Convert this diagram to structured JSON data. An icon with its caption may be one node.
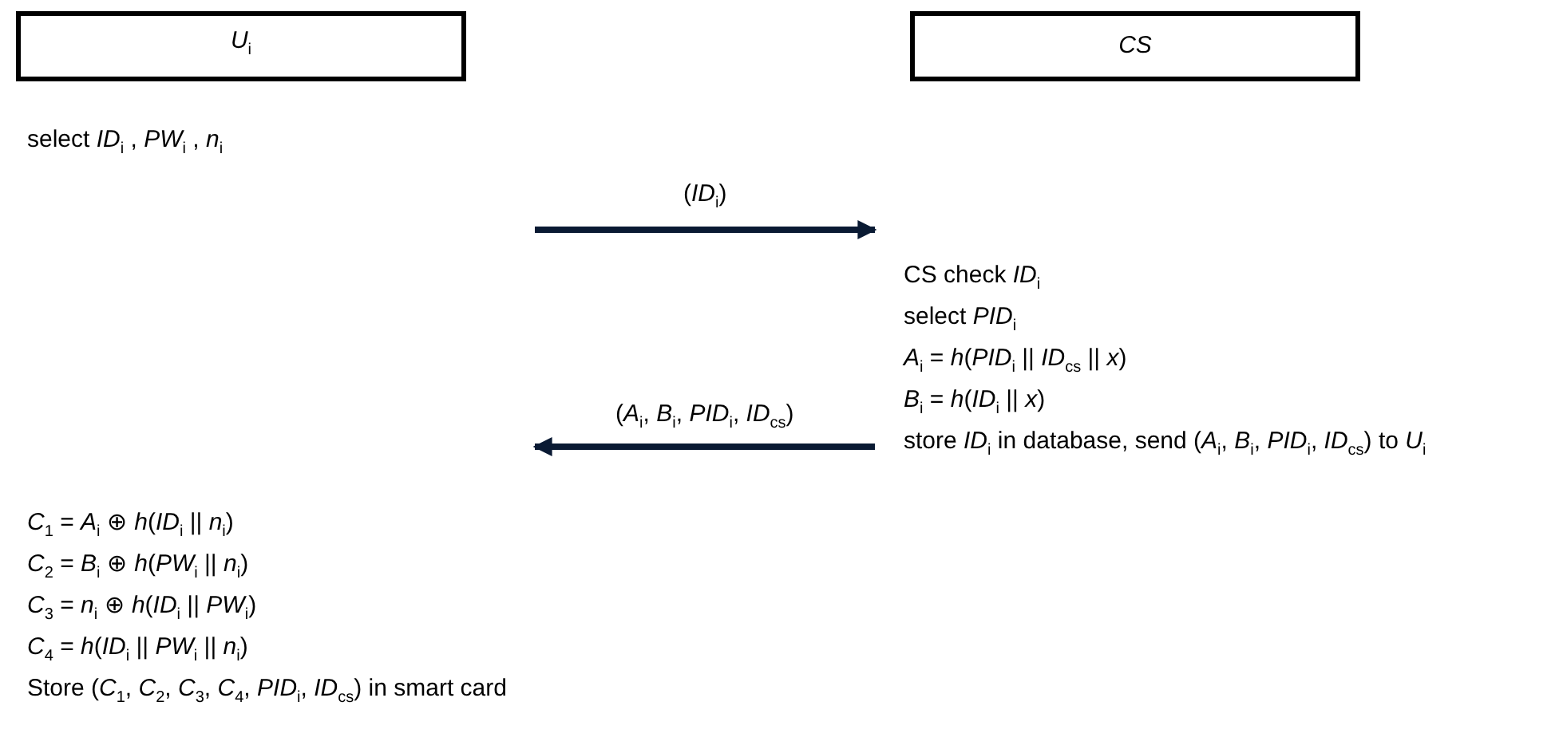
{
  "diagram": {
    "nodes": [
      {
        "text": [
          "*U*$_{i}$"
        ]
      },
      {
        "text": [
          "*CS*"
        ]
      },
      {
        "text": [
          "select *ID*$_{i}$ , *PW*$_{i}$ , *n*$_{i}$"
        ]
      },
      {
        "text": [
          "CS check *ID*$_{i}$",
          "select *PID*$_{i}$",
          "*A*$_{i}$ = *h*(*PID*$_{i}$ || *ID*$_{cs}$ || *x*)",
          "*B*$_{i}$ = *h*(*ID*$_{i}$ || *x*)",
          "store *ID*$_{i}$ in database, send (*A*$_{i}$, *B*$_{i}$, *PID*$_{i}$, *ID*$_{cs}$) to *U*$_{i}$"
        ]
      },
      {
        "text": [
          "*C*$_{1}$ = *A*$_{i}$ ⊕ *h*(*ID*$_{i}$ || *n*$_{i}$)",
          "*C*$_{2}$ = *B*$_{i}$ ⊕ *h*(*PW*$_{i}$ || *n*$_{i}$)",
          "*C*$_{3}$ = *n*$_{i}$ ⊕ *h*(*ID*$_{i}$ || *PW*$_{i}$)",
          "*C*$_{4}$ = *h*(*ID*$_{i}$ || *PW*$_{i}$ || *n*$_{i}$)",
          "Store (*C*$_{1}$, *C*$_{2}$, *C*$_{3}$, *C*$_{4}$, *PID*$_{i}$, *ID*$_{cs}$) in smart card"
        ]
      }
    ],
    "edges": [
      {
        "from": null,
        "to": 3,
        "arrow": "to",
        "label": "(*ID*$_{i}$)"
      },
      {
        "from": 3,
        "to": 4,
        "arrow": "to",
        "label": "(*A*$_{i}$, *B*$_{i}$, *PID*$_{i}$, *ID*$_{cs}$)"
      }
    ]
  }
}
